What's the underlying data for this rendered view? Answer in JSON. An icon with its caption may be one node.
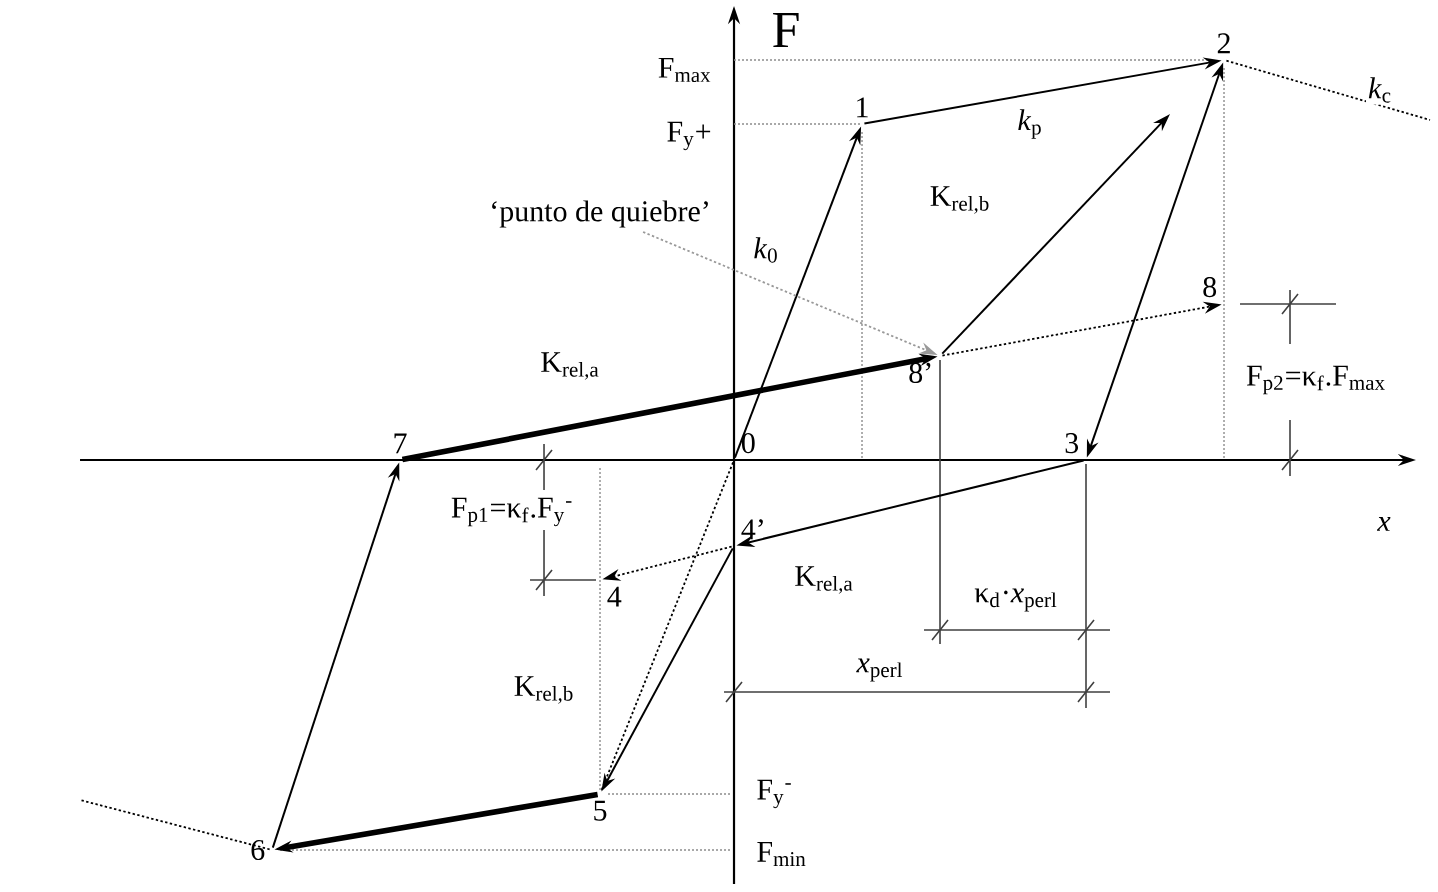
{
  "diagram": {
    "nodes": [
      {
        "text": [
          "0"
        ]
      },
      {
        "text": [
          "1"
        ]
      },
      {
        "text": [
          "2"
        ]
      },
      {
        "text": [
          "3"
        ]
      },
      {
        "text": [
          "4"
        ]
      },
      {
        "text": [
          "4’"
        ]
      },
      {
        "text": [
          "5"
        ]
      },
      {
        "text": [
          "6"
        ]
      },
      {
        "text": [
          "7"
        ]
      },
      {
        "text": [
          "8"
        ]
      },
      {
        "text": [
          "8’"
        ]
      },
      {
        "text": [
          "‘punto de quiebre’"
        ]
      }
    ],
    "edges": [
      {
        "from": 0,
        "to": 1,
        "arrow": "to",
        "label": "*k*$_{0}$"
      },
      {
        "from": 1,
        "to": 2,
        "arrow": "to",
        "label": "*k*$_{p}$"
      },
      {
        "from": 2,
        "to": 3,
        "arrow": "both"
      },
      {
        "from": 8,
        "to": 10,
        "arrow": "to",
        "style": "thick",
        "label": "K$_{rel,a}$"
      },
      {
        "from": 10,
        "to": null,
        "arrow": "to",
        "label": "K$_{rel,b}$"
      },
      {
        "from": 10,
        "to": 9,
        "arrow": "to",
        "style": "dashed"
      },
      {
        "from": 3,
        "to": 5,
        "arrow": "to",
        "label": "K$_{rel,a}$"
      },
      {
        "from": 5,
        "to": 4,
        "arrow": "to",
        "style": "dashed"
      },
      {
        "from": 5,
        "to": 6,
        "arrow": "to",
        "label": "K$_{rel,b}$"
      },
      {
        "from": 6,
        "to": 7,
        "arrow": "to",
        "style": "thick"
      },
      {
        "from": 7,
        "to": 8,
        "arrow": "to"
      },
      {
        "from": 0,
        "to": 6,
        "arrow": "none",
        "style": "dashed"
      },
      {
        "from": 2,
        "to": null,
        "arrow": "none",
        "style": "dashed",
        "label": "*k*$_{c}$"
      },
      {
        "from": 7,
        "to": null,
        "arrow": "none",
        "style": "dashed"
      },
      {
        "from": 11,
        "to": 10,
        "arrow": "to",
        "style": "dashed",
        "color": "#999999"
      }
    ],
    "labels": [
      "F",
      "F$_{max}$",
      "F$_{y}$+",
      "F$_{p2}$=κ$_{f}$.F$_{max}$",
      "x",
      "F$_{p1}$=κ$_{f}$.F$_{y}$$^{-}$",
      "κ$_{d}$·*x*$_{perl}$",
      "*x*$_{perl}$",
      "F$_{y}$$^{-}$",
      "F$_{min}$"
    ]
  }
}
